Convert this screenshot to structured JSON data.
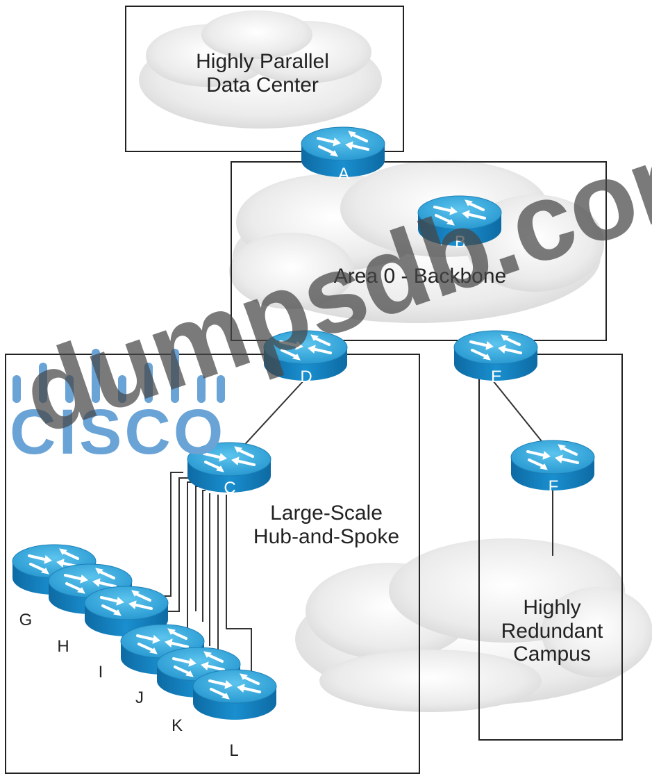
{
  "areas": {
    "data_center": "Highly Parallel\nData Center",
    "backbone": "Area 0 - Backbone",
    "hub_spoke": "Large-Scale\nHub-and-Spoke",
    "campus": "Highly\nRedundant\nCampus"
  },
  "routers": {
    "A": "A",
    "B": "B",
    "C": "C",
    "D": "D",
    "E": "E",
    "F": "F",
    "G": "G",
    "H": "H",
    "I": "I",
    "J": "J",
    "K": "K",
    "L": "L"
  },
  "watermark": {
    "logo": "cisco",
    "text": "dumpsdb.com"
  },
  "colors": {
    "router_top": "#3aa6d6",
    "router_side": "#1178b5",
    "cloud": "#e8e8e8",
    "logo_blue": "#6aa3d6"
  }
}
